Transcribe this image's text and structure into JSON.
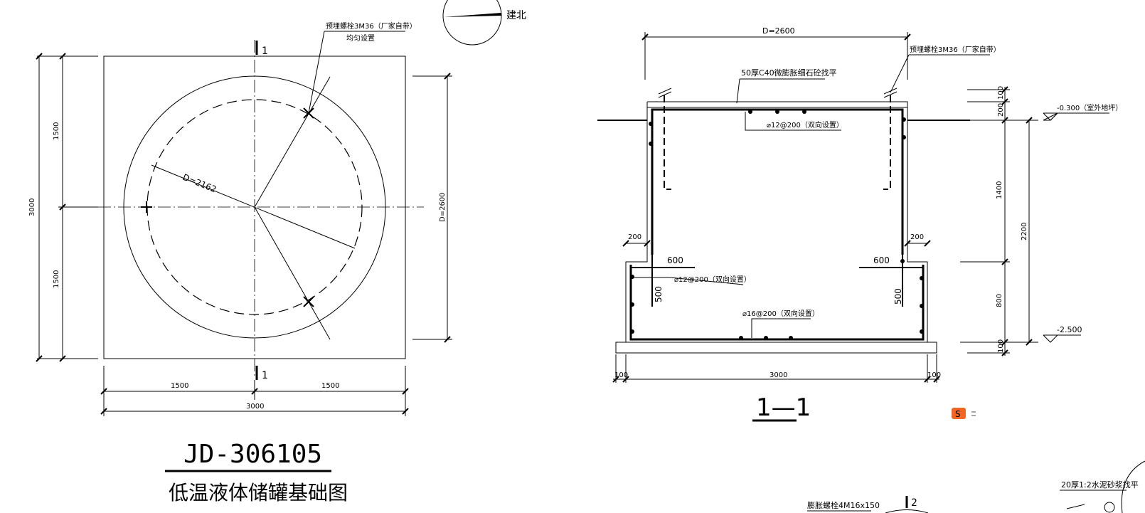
{
  "plan": {
    "section_mark_top": "1",
    "section_mark_bottom": "1",
    "dim_left_top": "1500",
    "dim_left_bottom": "1500",
    "dim_left_total": "3000",
    "dim_bottom_left": "1500",
    "dim_bottom_right": "1500",
    "dim_bottom_total": "3000",
    "dim_right": "D=2600",
    "bolt_circle": "D=2162",
    "bolt_note_line1": "预埋螺栓3M36（厂家自带）",
    "bolt_note_line2": "均匀设置",
    "north_label": "建北"
  },
  "title_block": {
    "code": "JD-306105",
    "name": "低温液体储罐基础图"
  },
  "section": {
    "dim_top": "D=2600",
    "bolt_note": "预埋螺栓3M36（厂家自带）",
    "topping_note": "50厚C40微膨胀细石砼找平",
    "rebar_top": "⌀12@200（双向设置）",
    "rebar_mid": "⌀12@200（双向设置）",
    "rebar_bottom": "⌀16@200（双向设置）",
    "dim_left_200": "200",
    "dim_right_200": "200",
    "dim_left_600": "600",
    "dim_right_600": "600",
    "dim_left_500": "500",
    "dim_right_500": "500",
    "dim_bottom_total": "3000",
    "dim_bottom_left": "100",
    "dim_bottom_right": "100",
    "dim_v_100_top": "100",
    "dim_v_200": "200",
    "dim_v_1400": "1400",
    "dim_v_800": "800",
    "dim_v_100_bottom": "100",
    "dim_v_2200": "2200",
    "level_top": "-0.300（室外地坪）",
    "level_bottom": "-2.500",
    "section_title": "1—1"
  },
  "detail": {
    "anchor_note": "膨胀螺栓4M16x150",
    "section_mark": "2",
    "mortar_note": "20厚1:2水泥砂浆找平"
  },
  "ime": {
    "label": "S"
  }
}
